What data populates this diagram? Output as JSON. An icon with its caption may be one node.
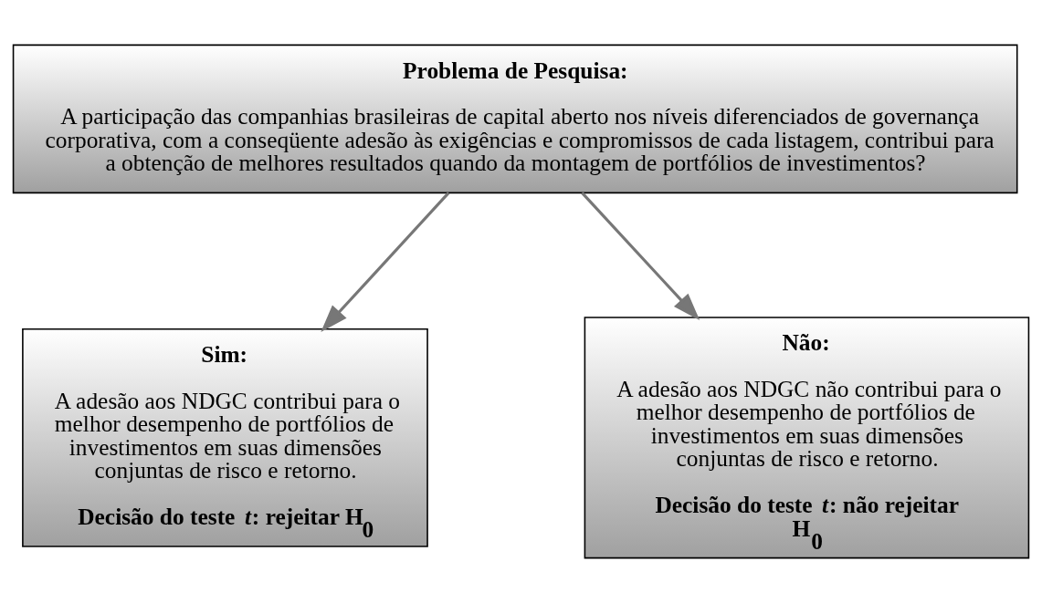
{
  "diagram": {
    "nodes": [
      {
        "text": [
          "Problema de Pesquisa:",
          "A participação das companhias brasileiras de capital aberto nos níveis diferenciados de governança corporativa, com a conseqüente adesão às exigências e compromissos de cada listagem, contribui para a obtenção de melhores resultados quando da montagem de portfólios de investimentos?"
        ]
      },
      {
        "text": [
          "Sim:",
          "A adesão aos NDGC contribui para o melhor desempenho de portfólios de investimentos em suas dimensões conjuntas de risco e retorno.",
          "Decisão do teste *t*: rejeitar H$_{0}$"
        ]
      },
      {
        "text": [
          "Não:",
          "A adesão aos NDGC não contribui para o melhor desempenho de portfólios de investimentos em suas dimensões conjuntas de risco e retorno.",
          "Decisão do teste *t*: não rejeitar H$_{0}$"
        ]
      }
    ],
    "edges": [
      {
        "from": 0,
        "to": 1,
        "arrow": "to"
      },
      {
        "from": 0,
        "to": 2,
        "arrow": "to"
      }
    ]
  }
}
